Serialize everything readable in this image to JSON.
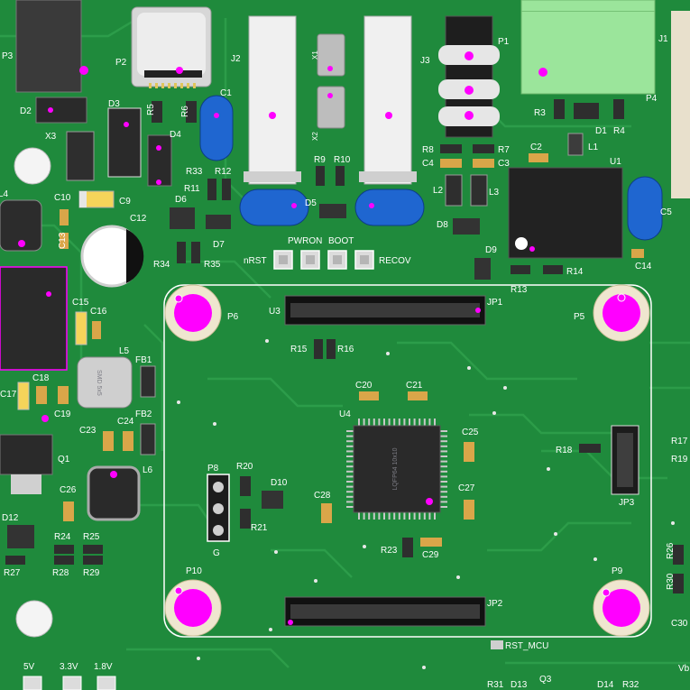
{
  "board": {
    "colors": {
      "pcb": "#1f8a3c",
      "trace": "#2e9f4b",
      "silk": "#ffffff",
      "marker": "#ff00ff",
      "cap_blue": "#1f66d0",
      "terminal_green": "#9be59b",
      "ic_black": "#222222"
    },
    "designators": {
      "p3": "P3",
      "p2": "P2",
      "j2": "J2",
      "x1": "X1",
      "x2": "X2",
      "j3": "J3",
      "p1": "P1",
      "j1": "J1",
      "p4": "P4",
      "d2": "D2",
      "d3": "D3",
      "r5": "R5",
      "r6": "R6",
      "d4": "D4",
      "c1": "C1",
      "x3": "X3",
      "r33": "R33",
      "r11": "R11",
      "r12": "R12",
      "r9": "R9",
      "r10": "R10",
      "r8": "R8",
      "r7": "R7",
      "c4": "C4",
      "c3": "C3",
      "l2": "L2",
      "l3": "L3",
      "r3": "R3",
      "d1": "D1",
      "r4": "R4",
      "c2": "C2",
      "l1": "L1",
      "u1": "U1",
      "c5": "C5",
      "c10": "C10",
      "c9": "C9",
      "d6": "D6",
      "d5": "D5",
      "d8": "D8",
      "c12": "C12",
      "c13": "C13",
      "l4": "L4",
      "d7": "D7",
      "r34": "R34",
      "r35": "R35",
      "d9": "D9",
      "c14": "C14",
      "r13": "R13",
      "r14": "R14",
      "jp1": "JP1",
      "u3": "U3",
      "p6": "P6",
      "p5": "P5",
      "c15": "C15",
      "c16": "C16",
      "r15": "R15",
      "r16": "R16",
      "l5": "L5",
      "fb1": "FB1",
      "fb2": "FB2",
      "c18": "C18",
      "c17": "C17",
      "c19": "C19",
      "c20": "C20",
      "c21": "C21",
      "u4": "U4",
      "c23": "C23",
      "c24": "C24",
      "c25": "C25",
      "r18": "R18",
      "r17": "R17",
      "r19": "R19",
      "q1": "Q1",
      "l6": "L6",
      "c26": "C26",
      "p8": "P8",
      "r20": "R20",
      "d10": "D10",
      "c28": "C28",
      "c27": "C27",
      "jp3": "JP3",
      "r21": "R21",
      "g": "G",
      "d12": "D12",
      "r24": "R24",
      "r25": "R25",
      "r27": "R27",
      "r28": "R28",
      "r29": "R29",
      "r23": "R23",
      "c29": "C29",
      "r26": "R26",
      "r30": "R30",
      "p10": "P10",
      "p9": "P9",
      "jp2": "JP2",
      "c30": "C30",
      "rst_mcu": "RST_MCU",
      "v5": "5V",
      "v33": "3.3V",
      "v18": "1.8V",
      "r31": "R31",
      "d13": "D13",
      "q3": "Q3",
      "d14": "D14",
      "r32": "R32",
      "vb": "Vb"
    },
    "buttons": {
      "nrst": "nRST",
      "pwron": "PWRON",
      "boot": "BOOT",
      "recov": "RECOV"
    },
    "chip_marks": {
      "u4": "LQFP64 10x10",
      "l5": "SMD 5x5"
    }
  }
}
